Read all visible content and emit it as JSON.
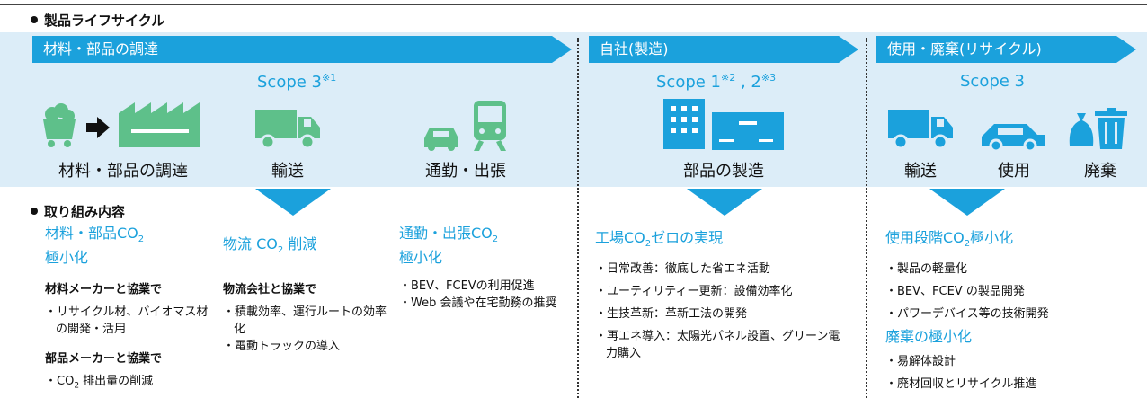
{
  "lifecycle_heading": "製品ライフサイクル",
  "activities_heading": "取り組み内容",
  "stages": [
    {
      "banner": "材料・部品の調達",
      "scope_text": "Scope 3",
      "scope_sup": "※1",
      "captions": [
        "材料・部品の調達",
        "輸送",
        "通勤・出張"
      ]
    },
    {
      "banner": "自社(製造)",
      "scope_text": "Scope 1",
      "scope_sup_a": "※2",
      "scope_mid": " , 2",
      "scope_sup_b": "※3",
      "captions": [
        "部品の製造"
      ]
    },
    {
      "banner": "使用・廃棄(リサイクル)",
      "scope_text": "Scope 3",
      "captions": [
        "輸送",
        "使用",
        "廃棄"
      ]
    }
  ],
  "activities": {
    "materials": {
      "title_1": "材料・部品CO",
      "title_sub": "2",
      "title_2": "極小化",
      "groups": [
        {
          "label": "材料メーカーと協業で",
          "items": [
            "・リサイクル材、バイオマス材の開発・活用"
          ]
        },
        {
          "label": "部品メーカーと協業で",
          "items_pre": "・CO",
          "items_sub": "2",
          "items_post": " 排出量の削減"
        }
      ]
    },
    "logistics": {
      "title_pre": "物流 CO",
      "title_sub": "2",
      "title_post": " 削減",
      "label": "物流会社と協業で",
      "items": [
        "・積載効率、運行ルートの効率化",
        "・電動トラックの導入"
      ]
    },
    "commute": {
      "title_pre": "通勤・出張CO",
      "title_sub": "2",
      "title_2": "極小化",
      "items": [
        "・BEV、FCEVの利用促進",
        "・Web 会議や在宅勤務の推奨"
      ]
    },
    "factory": {
      "title_pre": "工場CO",
      "title_sub": "2",
      "title_post": "ゼロの実現",
      "items": [
        "・日常改善：徹底した省エネ活動",
        "・ユーティリティー更新：設備効率化",
        "・生技革新：革新工法の開発",
        "・再エネ導入：太陽光パネル設置、グリーン電力購入"
      ]
    },
    "usage": {
      "title_pre": "使用段階CO",
      "title_sub": "2",
      "title_post": "極小化",
      "items": [
        "・製品の軽量化",
        "・BEV、FCEV の製品開発",
        "・パワーデバイス等の技術開発"
      ]
    },
    "disposal": {
      "title": "廃棄の極小化",
      "items": [
        "・易解体設計",
        "・廃材回収とリサイクル推進"
      ]
    }
  },
  "colors": {
    "accent": "#1ba1dc",
    "light_band": "#dcedf8",
    "icon_green": "#5ec08a",
    "icon_blue": "#1ba1dc",
    "text": "#111111"
  },
  "icons": [
    "mine-cart-icon",
    "arrow-right-icon",
    "factory-icon",
    "truck-icon",
    "car-icon",
    "train-icon",
    "office-building-icon",
    "factory-building-icon",
    "van-icon",
    "waste-bag-icon",
    "trash-bin-icon"
  ]
}
